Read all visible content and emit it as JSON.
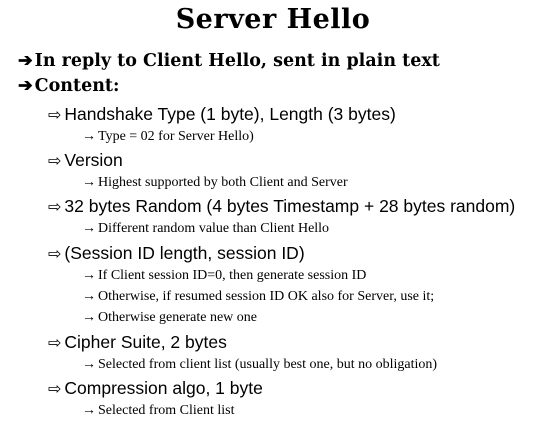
{
  "slide": {
    "title": "Server Hello",
    "bullet_icon": "bold-right-arrow-icon",
    "sub_bullet_icon": "hollow-right-arrow-icon",
    "detail_icon": "right-arrow-icon",
    "bullets": [
      "In reply to Client Hello, sent in plain text",
      "Content:"
    ],
    "items": [
      "Handshake Type (1 byte), Length (3 bytes)",
      "Version",
      "32 bytes Random (4 bytes Timestamp + 28 bytes random)",
      "(Session ID length, session ID)",
      "Cipher Suite, 2 bytes",
      "Compression algo, 1 byte"
    ],
    "details": [
      "Type = 02 for Server Hello)",
      "Highest supported by both Client and Server",
      "Different random value than Client Hello",
      "If Client session ID=0, then  generate session ID",
      "Otherwise, if resumed session ID OK also for Server, use it;",
      "Otherwise generate new one",
      "Selected from client list (usually best one, but no obligation)",
      "Selected from Client list"
    ]
  }
}
